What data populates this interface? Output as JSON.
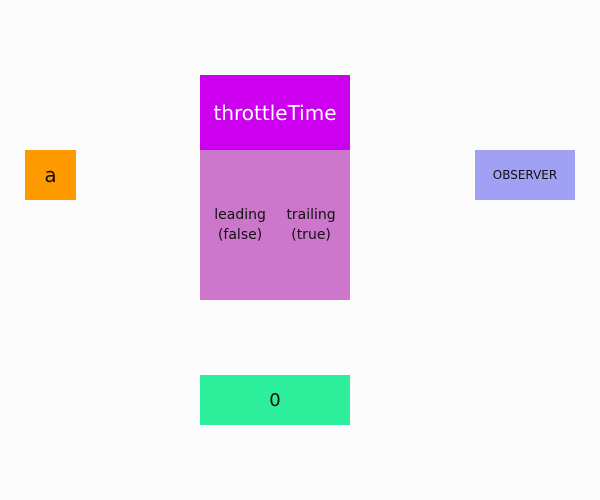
{
  "source": {
    "label": "a",
    "color": "#ff9900"
  },
  "operator": {
    "name": "throttleTime",
    "header_color": "#cc00ee",
    "body_color": "#cc77cc",
    "options": [
      {
        "name": "leading",
        "value": "(false)"
      },
      {
        "name": "trailing",
        "value": "(true)"
      }
    ]
  },
  "observer": {
    "label": "OBSERVER",
    "color": "#a0a0f4"
  },
  "counter": {
    "value": "0",
    "color": "#2ef09c"
  }
}
